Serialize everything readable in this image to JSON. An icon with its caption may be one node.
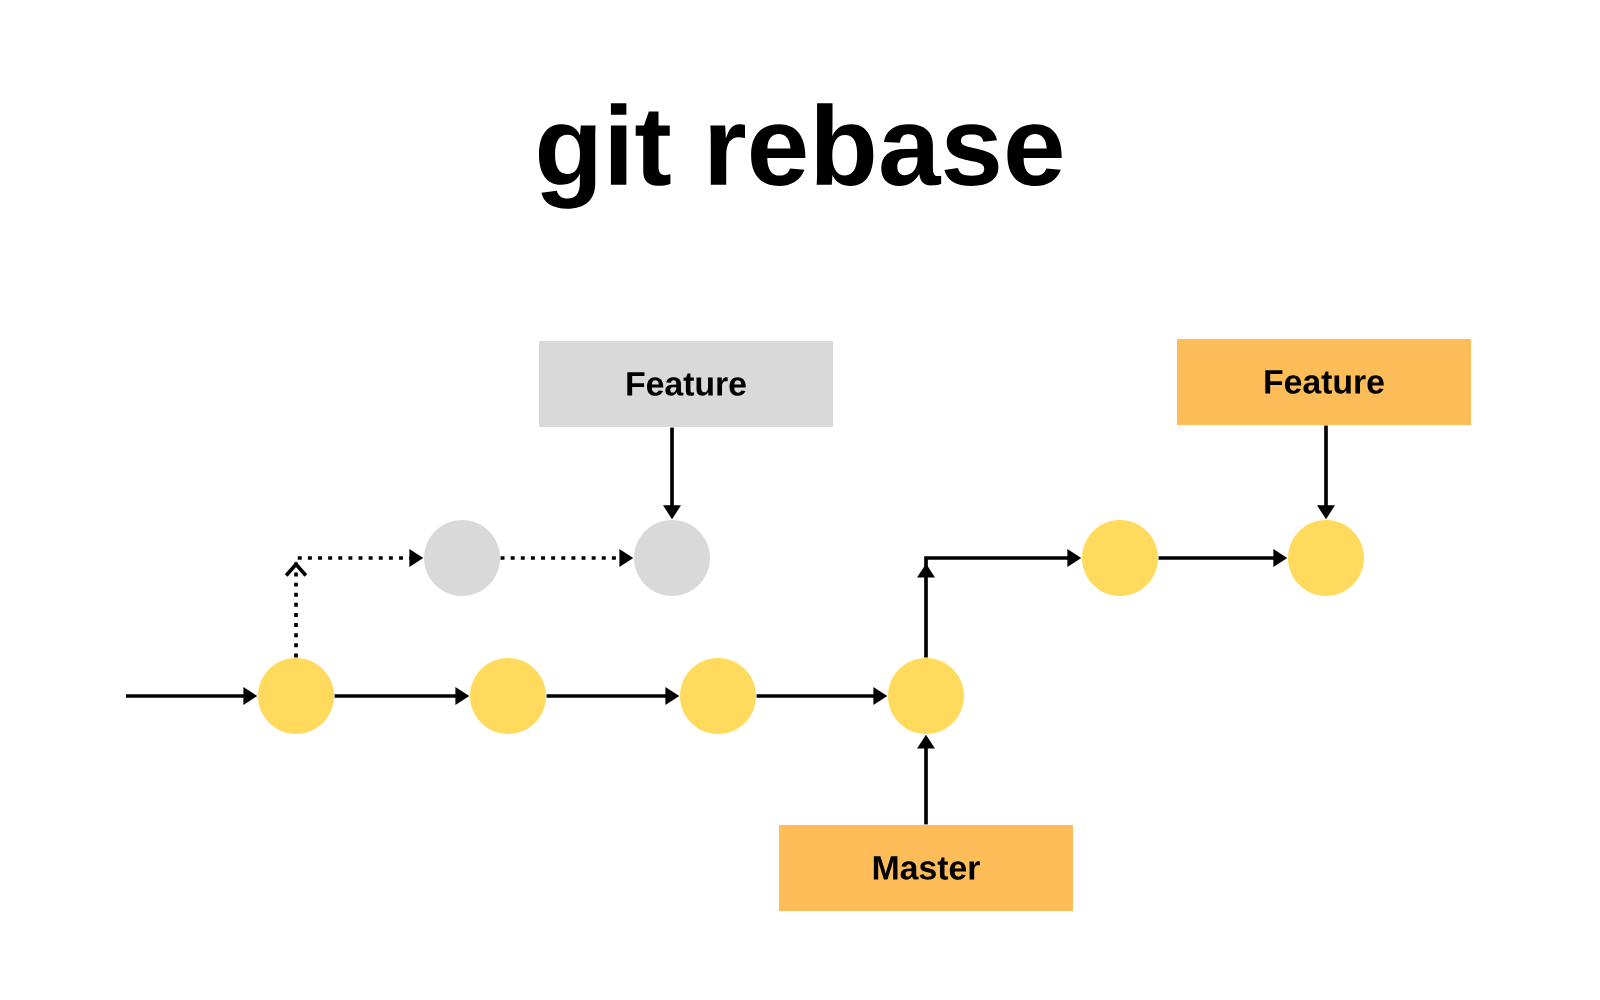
{
  "diagram": {
    "title": "git rebase",
    "nodes": [
      {
        "text": [
          "Feature"
        ]
      },
      {
        "text": [
          "Feature"
        ]
      },
      {
        "text": [],
        "shape": "circle"
      },
      {
        "text": [],
        "shape": "circle"
      },
      {
        "text": [],
        "shape": "circle"
      },
      {
        "text": [],
        "shape": "circle"
      },
      {
        "text": [],
        "shape": "circle"
      },
      {
        "text": [],
        "shape": "circle"
      },
      {
        "text": [],
        "shape": "circle"
      },
      {
        "text": [],
        "shape": "circle"
      },
      {
        "text": [
          "Master"
        ]
      }
    ],
    "edges": [
      {
        "from": null,
        "to": 6,
        "arrow": "to"
      },
      {
        "from": 6,
        "to": 7,
        "arrow": "to"
      },
      {
        "from": 7,
        "to": 8,
        "arrow": "to"
      },
      {
        "from": 8,
        "to": 9,
        "arrow": "to"
      },
      {
        "from": 6,
        "to": 2,
        "arrow": "to",
        "style": "dashed"
      },
      {
        "from": 2,
        "to": 3,
        "arrow": "to",
        "style": "dashed"
      },
      {
        "from": 0,
        "to": 3,
        "arrow": "to"
      },
      {
        "from": 9,
        "to": 4,
        "arrow": "to"
      },
      {
        "from": 4,
        "to": 5,
        "arrow": "to"
      },
      {
        "from": 1,
        "to": 5,
        "arrow": "to"
      },
      {
        "from": 10,
        "to": 9,
        "arrow": "to"
      }
    ]
  }
}
